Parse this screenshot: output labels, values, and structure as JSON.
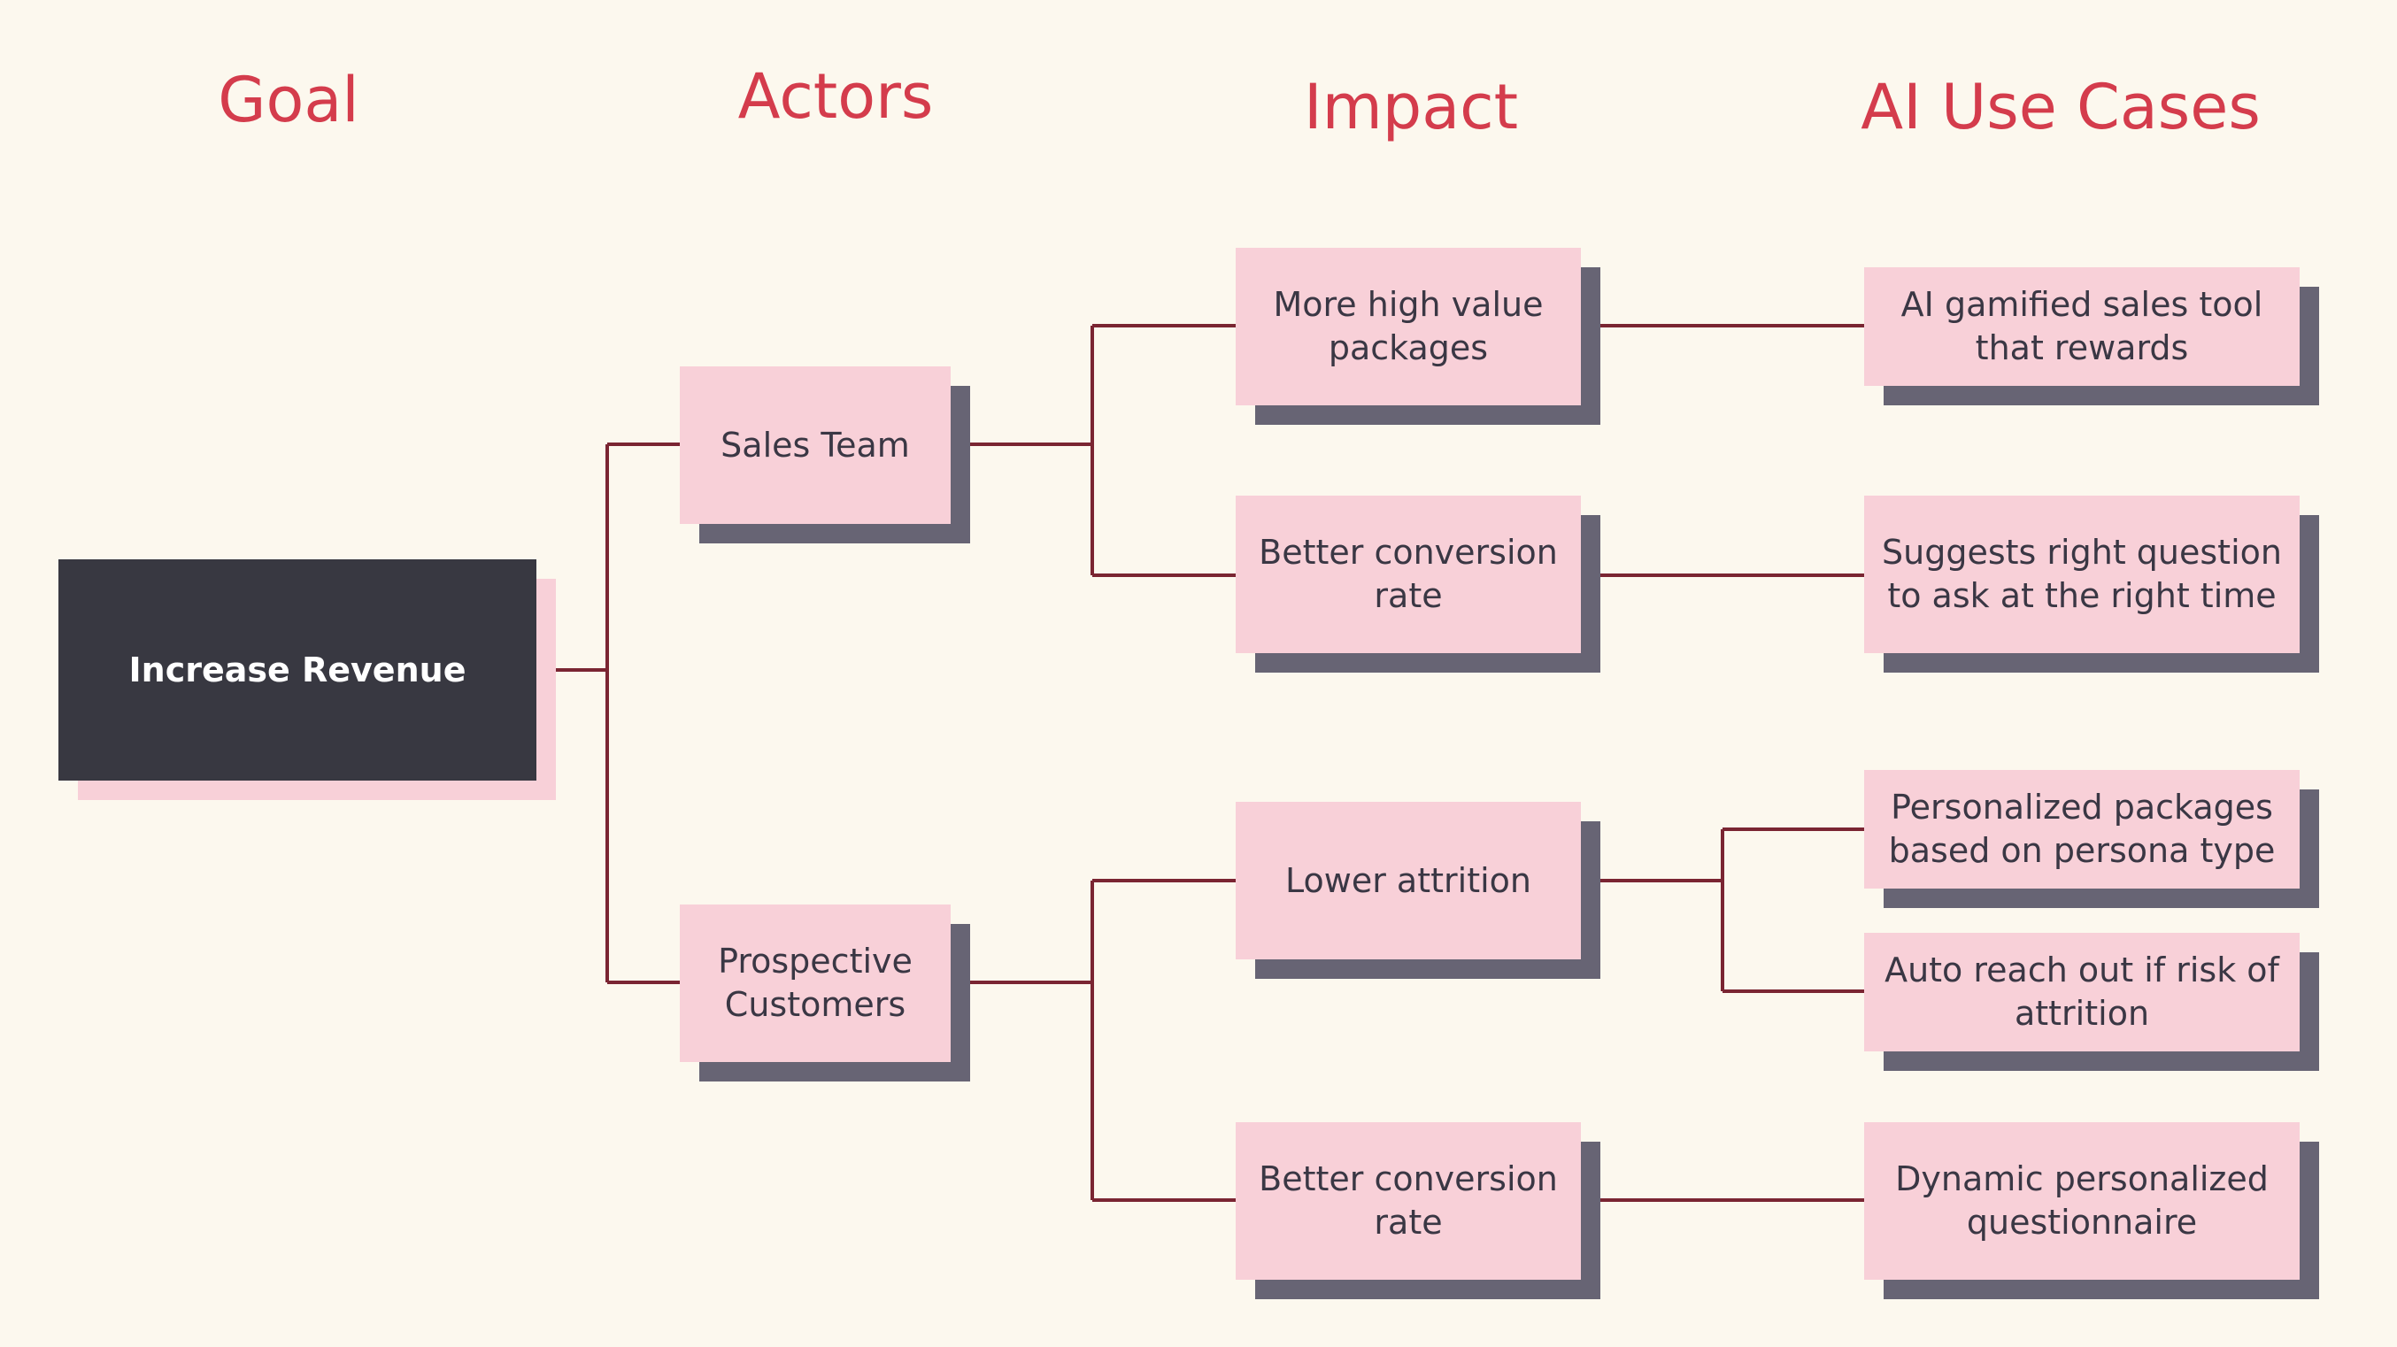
{
  "headings": {
    "goal": "Goal",
    "actors": "Actors",
    "impact": "Impact",
    "ai_use_cases": "AI Use Cases"
  },
  "goal": {
    "label": "Increase Revenue"
  },
  "actors": {
    "sales_team": "Sales Team",
    "prospective_customers": "Prospective Customers"
  },
  "impacts": {
    "more_high_value_packages": "More high value packages",
    "better_conversion_rate_sales": "Better conversion rate",
    "lower_attrition": "Lower attrition",
    "better_conversion_rate_customers": "Better conversion rate"
  },
  "use_cases": {
    "gamified_sales_tool": "AI gamified sales tool that rewards",
    "suggests_right_question": "Suggests right question to ask at the right time",
    "personalized_packages": "Personalized packages based on persona type",
    "auto_reach_out": "Auto reach out if risk of attrition",
    "dynamic_questionnaire": "Dynamic personalized questionnaire"
  },
  "colors": {
    "background": "#fcf8ee",
    "heading": "#d43c4c",
    "box_fill": "#f8d0d8",
    "box_shadow": "#676474",
    "goal_fill": "#383841",
    "connector": "#7a2532"
  }
}
